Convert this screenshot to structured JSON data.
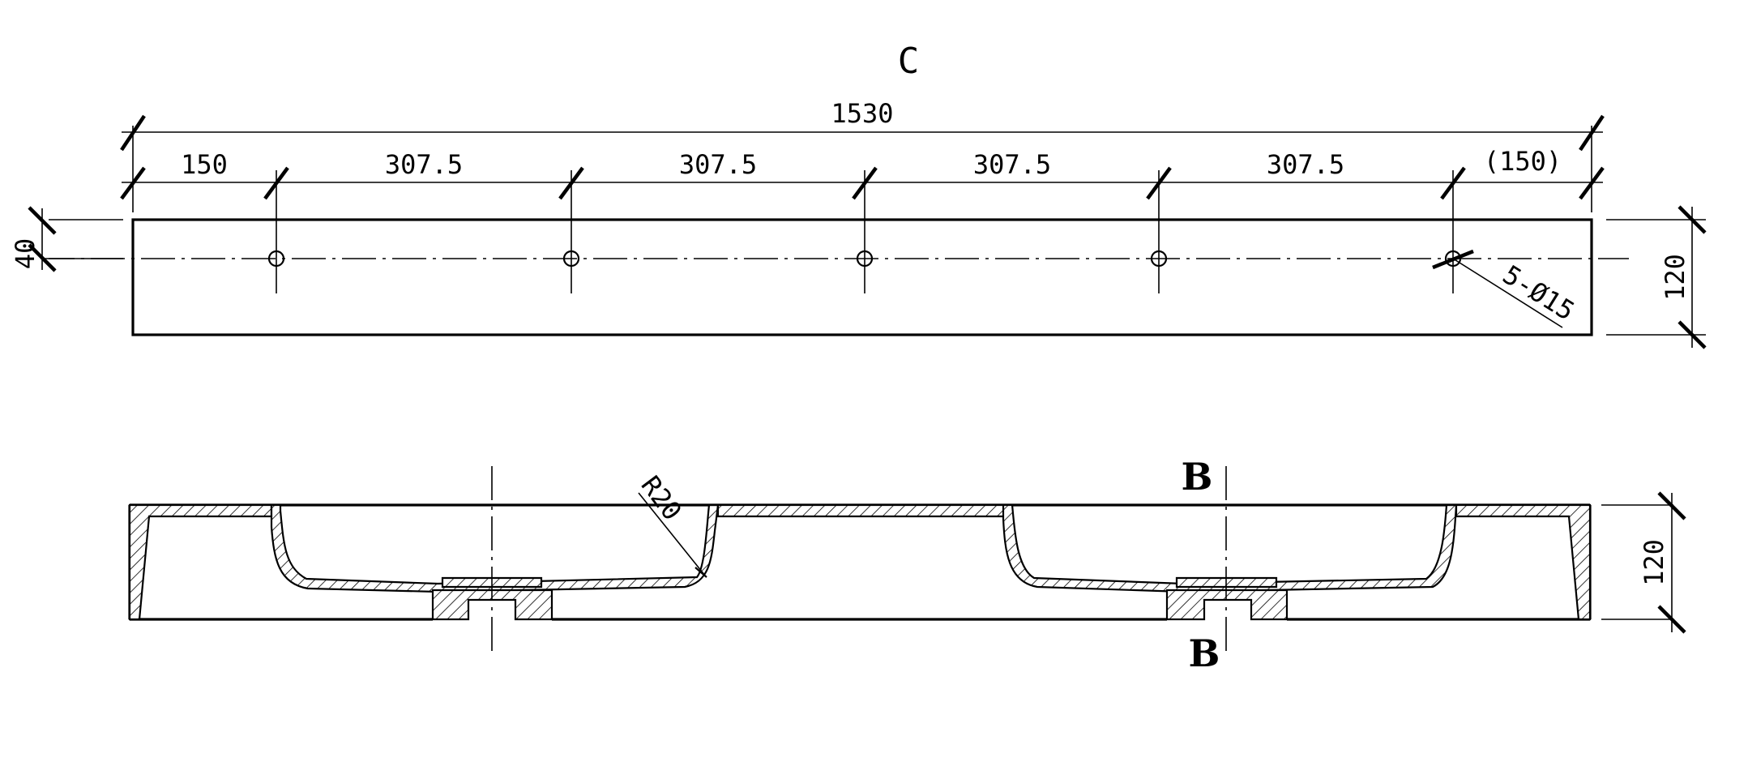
{
  "view_label": "C",
  "top_view": {
    "overall_width": "1530",
    "segments": [
      "150",
      "307.5",
      "307.5",
      "307.5",
      "307.5",
      "(150)"
    ],
    "edge_offset": "40",
    "depth": "120",
    "holes_note": "5-Ø15"
  },
  "section_view": {
    "section_marker_top": "B",
    "section_marker_bottom": "B",
    "radius_note": "R20",
    "height": "120"
  }
}
